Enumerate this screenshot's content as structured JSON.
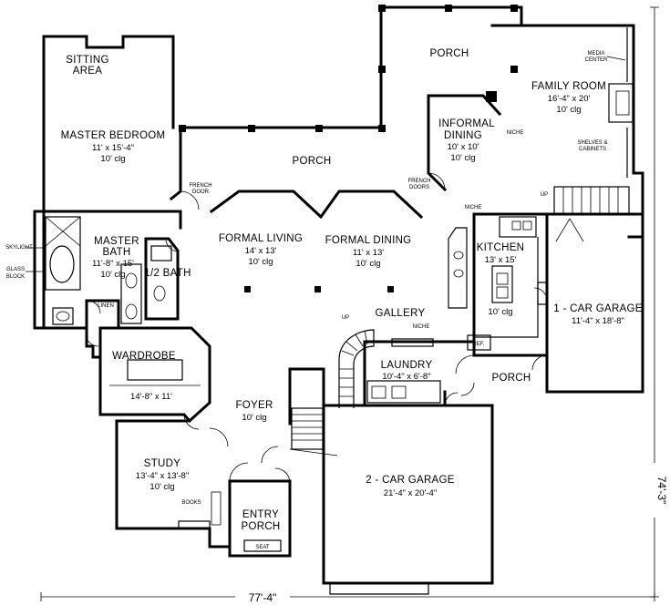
{
  "rooms": {
    "sitting_area": [
      "SITTING",
      "AREA"
    ],
    "master_bedroom": {
      "name": "MASTER BEDROOM",
      "size": "11' x 15'-4\"",
      "ceiling": "10' clg"
    },
    "porch_top": "PORCH",
    "porch_middle": "PORCH",
    "informal_dining": {
      "name": [
        "INFORMAL",
        "DINING"
      ],
      "size": "10' x 10'",
      "ceiling": "10' clg"
    },
    "family_room": {
      "name": "FAMILY ROOM",
      "size": "16'-4\" x 20'",
      "ceiling": "10' clg"
    },
    "master_bath": {
      "name": [
        "MASTER",
        "BATH"
      ],
      "size": "11'-8\" x 15'",
      "ceiling": "10' clg"
    },
    "half_bath": "1/2 BATH",
    "formal_living": {
      "name": "FORMAL LIVING",
      "size": "14' x 13'",
      "ceiling": "10' clg"
    },
    "formal_dining": {
      "name": "FORMAL DINING",
      "size": "11' x 13'",
      "ceiling": "10' clg"
    },
    "kitchen": {
      "name": "KITCHEN",
      "size": "13' x 15'",
      "ceiling": "10' clg"
    },
    "one_car_garage": {
      "name": "1 - CAR GARAGE",
      "size": "11'-4\" x 18'-8\""
    },
    "gallery": "GALLERY",
    "wardrobe": {
      "name": "WARDROBE",
      "size": "14'-8\" x 11'"
    },
    "laundry": {
      "name": "LAUNDRY",
      "size": "10'-4\" x 6'-8\""
    },
    "porch_side": "PORCH",
    "foyer": {
      "name": "FOYER",
      "ceiling": "10' clg"
    },
    "study": {
      "name": "STUDY",
      "size": "13'-4\" x 13'-8\"",
      "ceiling": "10' clg"
    },
    "two_car_garage": {
      "name": "2 - CAR GARAGE",
      "size": "21'-4\" x 20'-4\""
    },
    "entry_porch": {
      "name": [
        "ENTRY",
        "PORCH"
      ]
    }
  },
  "notes": {
    "media_center": [
      "MEDIA",
      "CENTER"
    ],
    "niche_informal": "NICHE",
    "shelves_cabinets": [
      "SHELVES &",
      "CABINETS"
    ],
    "french_door": [
      "FRENCH",
      "DOOR"
    ],
    "french_doors": [
      "FRENCH",
      "DOORS"
    ],
    "niche_dining": "NICHE",
    "skylight": "SKYLIGHT",
    "glass_block": [
      "GLASS",
      "BLOCK"
    ],
    "linen": "LINEN",
    "up_stair_kitchen": "UP",
    "niche_gallery": "NICHE",
    "up_stair_gallery": "UP",
    "ref": "REF.",
    "books": "BOOKS",
    "seat": "SEAT"
  },
  "dimensions": {
    "overall_width": "77'-4\"",
    "overall_depth": "74'-3\""
  }
}
